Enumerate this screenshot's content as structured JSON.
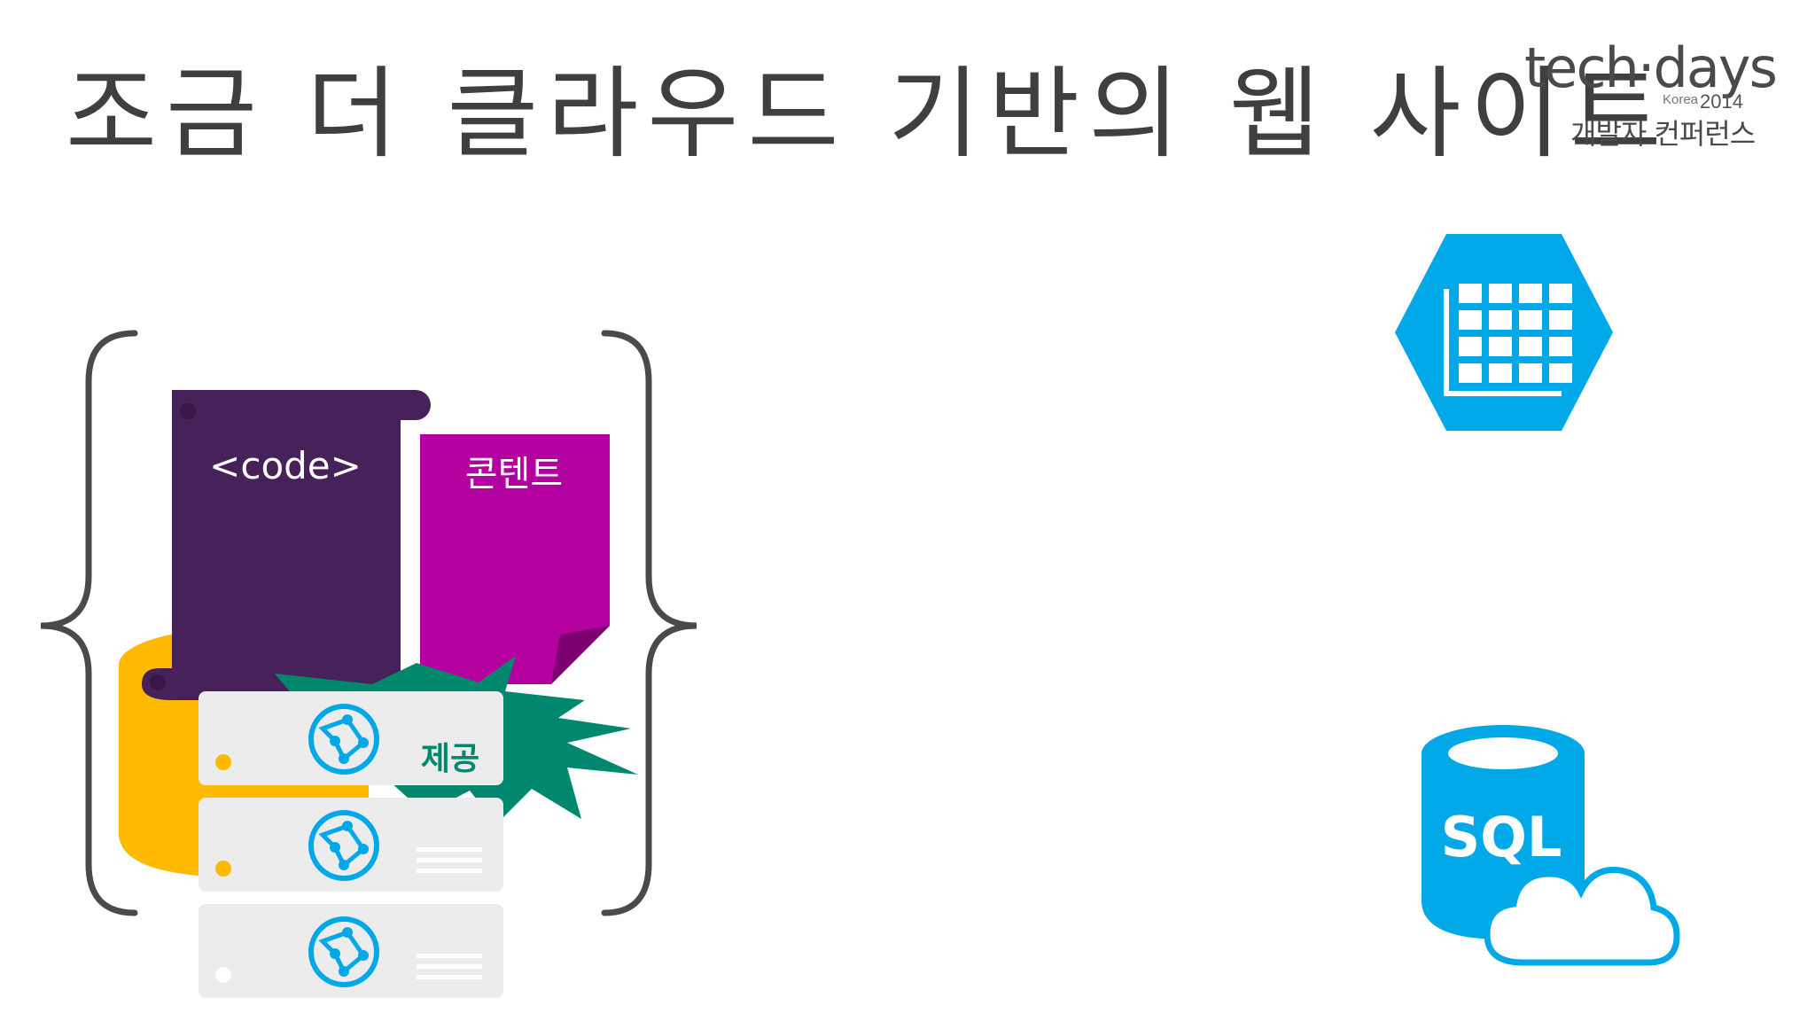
{
  "slide": {
    "title": "조금 더 클라우드 기반의 웹 사이트"
  },
  "logo": {
    "brand": "tech·days",
    "region": "Korea",
    "year": "2014",
    "subtitle": "개발자 컨퍼런스"
  },
  "diagram": {
    "code_label": "<code>",
    "content_label": "콘텐트",
    "stage_label": "제공",
    "sql_label": "SQL",
    "icons": {
      "table_storage": "table-storage-icon",
      "sql_database": "sql-database-icon",
      "web_role": "globe-icon"
    },
    "colors": {
      "code_doc": "#46215a",
      "content_doc": "#b4009e",
      "database": "#ffb900",
      "burst": "#00886f",
      "azure_blue": "#00a8e8",
      "server": "#ececec",
      "brace": "#4a4a4a"
    }
  }
}
